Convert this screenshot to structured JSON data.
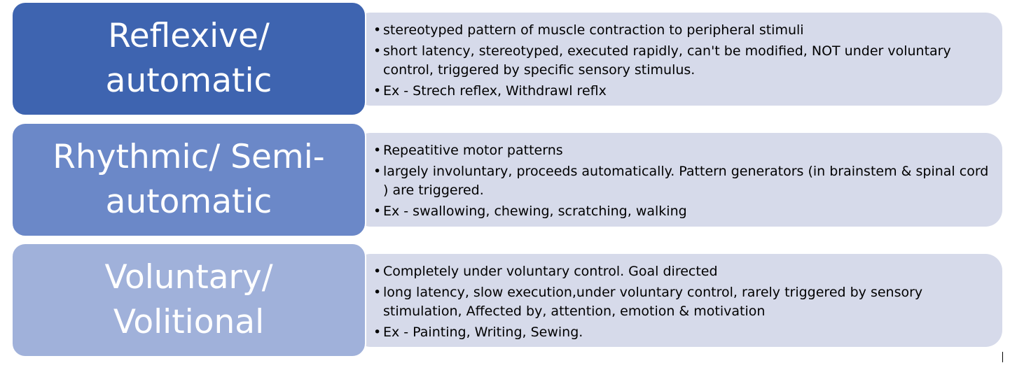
{
  "rows": [
    {
      "title": "Reflexive/ automatic",
      "color": "#3e64b0",
      "bullets": [
        "stereotyped pattern of muscle contraction to peripheral stimuli",
        "short latency, stereotyped, executed rapidly, can't be modified, NOT under voluntary control, triggered by specific sensory stimulus.",
        "Ex - Strech reflex, Withdrawl reflx"
      ]
    },
    {
      "title": "Rhythmic/ Semi-automatic",
      "color": "#6b88c8",
      "bullets": [
        "Repeatitive motor patterns",
        "largely involuntary, proceeds automatically. Pattern generators (in brainstem & spinal cord ) are triggered.",
        "Ex - swallowing, chewing, scratching, walking"
      ]
    },
    {
      "title": "Voluntary/ Volitional",
      "color": "#a0b1da",
      "bullets": [
        "Completely under voluntary control. Goal directed",
        "long latency, slow execution,under voluntary control, rarely triggered by sensory stimulation, Affected by, attention, emotion & motivation",
        "Ex - Painting, Writing, Sewing."
      ]
    }
  ]
}
